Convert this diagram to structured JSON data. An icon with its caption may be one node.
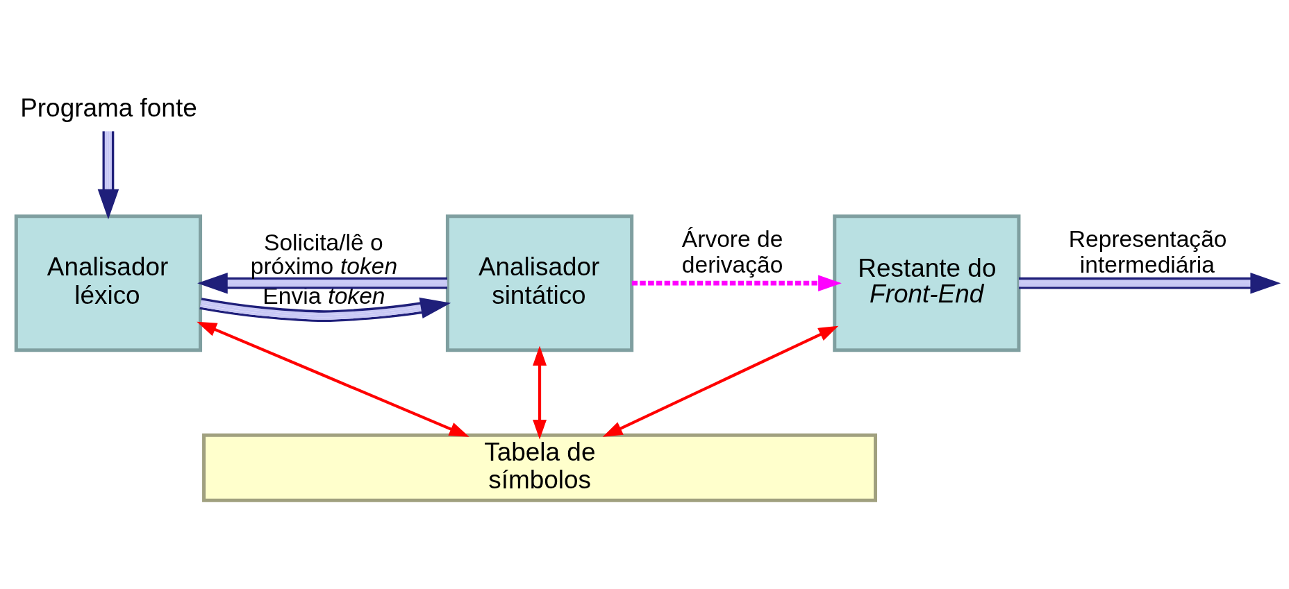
{
  "diagram": {
    "nodes": [
      {
        "text": [
          "Programa fonte"
        ]
      },
      {
        "text": [
          "Analisador léxico"
        ]
      },
      {
        "text": [
          "Analisador sintático"
        ]
      },
      {
        "text": [
          "Restante do *Front-End*"
        ]
      },
      {
        "text": [
          "Tabela de símbolos"
        ]
      }
    ],
    "edges": [
      {
        "from": 0,
        "to": 1,
        "arrow": "to"
      },
      {
        "from": 1,
        "to": 2,
        "arrow": "to",
        "label": "Envia *token*"
      },
      {
        "from": 2,
        "to": 1,
        "arrow": "to",
        "label": "Solicita/lê o próximo *token*"
      },
      {
        "from": 2,
        "to": 3,
        "arrow": "to",
        "label": "Árvore de derivação",
        "style": "dashed",
        "color": "#ff00ff"
      },
      {
        "from": 3,
        "to": null,
        "arrow": "to",
        "label": "Representação intermediária"
      },
      {
        "from": 1,
        "to": 4,
        "arrow": "both",
        "color": "#ff0000"
      },
      {
        "from": 2,
        "to": 4,
        "arrow": "both",
        "color": "#ff0000"
      },
      {
        "from": 3,
        "to": 4,
        "arrow": "both",
        "color": "#ff0000"
      }
    ]
  }
}
